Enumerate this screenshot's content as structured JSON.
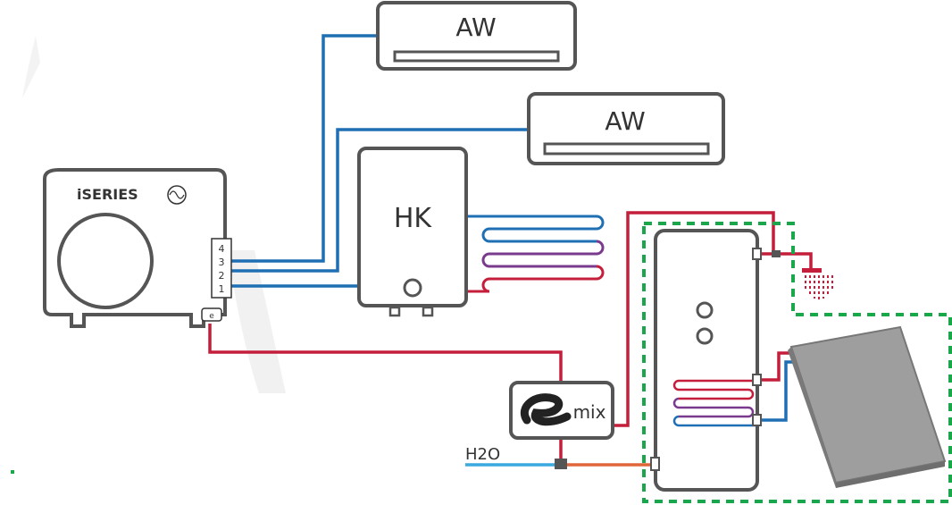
{
  "brand": {
    "logo_text": "iSERIES"
  },
  "units": {
    "aw_top": "AW",
    "aw_right": "AW",
    "hk": "HK",
    "emix": "mix",
    "water": "H2O"
  },
  "terminals": [
    "4",
    "3",
    "2",
    "1"
  ],
  "colors": {
    "hot_pipe": "#c41e3a",
    "cold_pipe": "#1e6fb4",
    "cold_water": "#3aa9e0",
    "mixed_water": "#e0663a",
    "loop_purple": "#7a3b8f",
    "outline": "#555555",
    "dashed_zone": "#1aa64a",
    "solar_panel": "#9e9e9e"
  }
}
